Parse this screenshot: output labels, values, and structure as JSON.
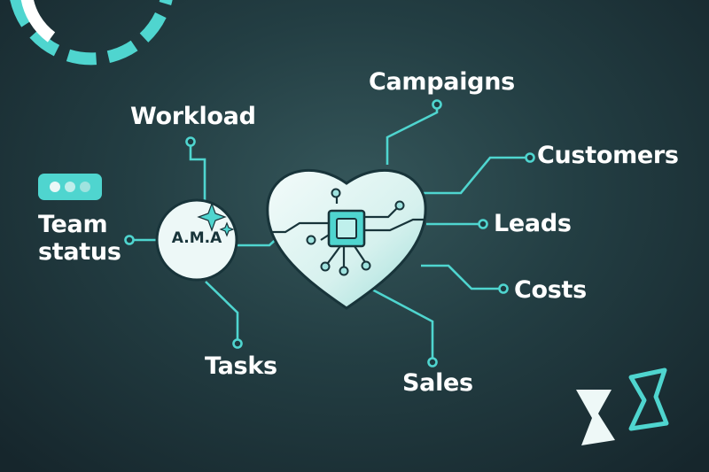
{
  "center": {
    "label": "A.M.A"
  },
  "status_indicator": {
    "icon": "dots-status-icon",
    "dots": 3
  },
  "left_nodes": {
    "workload": "Workload",
    "team_status": [
      "Team",
      "status"
    ],
    "tasks": "Tasks"
  },
  "right_nodes": {
    "campaigns": "Campaigns",
    "customers": "Customers",
    "leads": "Leads",
    "costs": "Costs",
    "sales": "Sales"
  },
  "colors": {
    "background": "#1f3a3f",
    "accent": "#4fd5cf",
    "node_fill": "#e9f7f6",
    "text": "#ffffff",
    "outline": "#18343a"
  }
}
